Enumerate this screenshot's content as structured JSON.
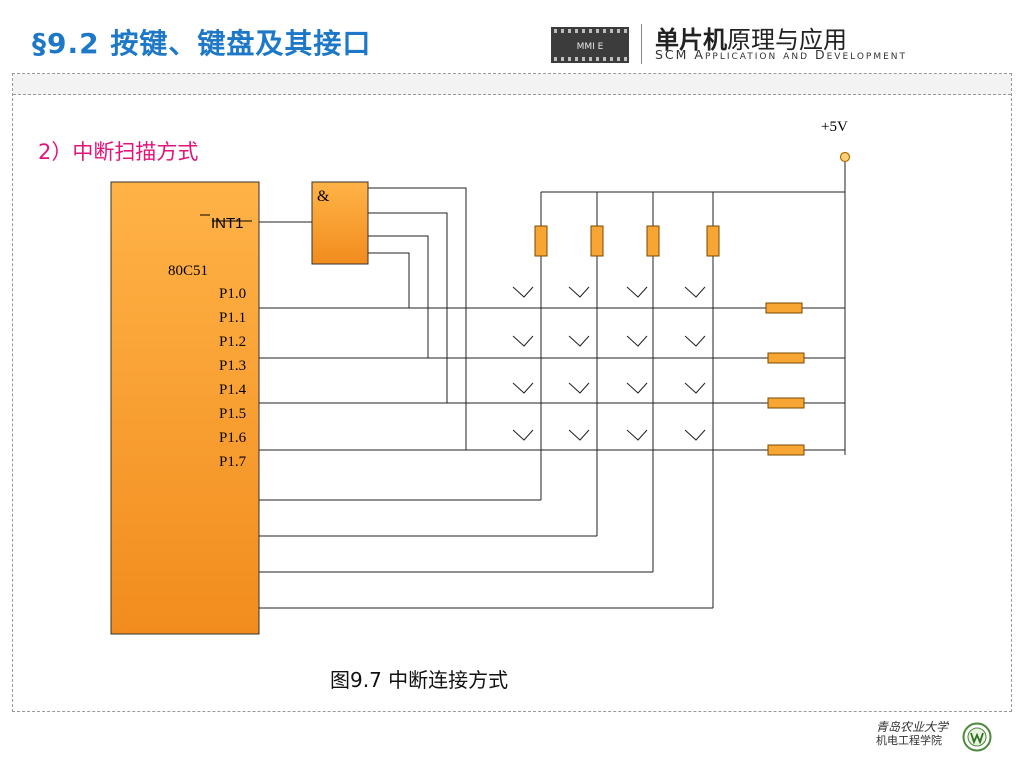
{
  "header": {
    "title": "§9.2  按键、键盘及其接口",
    "brand_bold": "单片机",
    "brand_rest": "原理与应用",
    "brand_en": "SCM Application and Development",
    "chip_label": "MMI E"
  },
  "slide": {
    "subtitle": "2）中断扫描方式",
    "caption": "图9.7 中断连接方式"
  },
  "diagram": {
    "chip_name": "80C51",
    "int_pin": "INT1",
    "and_gate": "&",
    "vcc": "+5V",
    "pins": [
      "P1.0",
      "P1.1",
      "P1.2",
      "P1.3",
      "P1.4",
      "P1.5",
      "P1.6",
      "P1.7"
    ]
  },
  "footer": {
    "university": "青岛农业大学",
    "college": "机电工程学院"
  },
  "colors": {
    "accent_blue": "#1e78c8",
    "subtitle_pink": "#e0147a",
    "chip_fill_top": "#ffb347",
    "chip_fill_bottom": "#f28c1e",
    "resistor_fill": "#f7a633"
  }
}
